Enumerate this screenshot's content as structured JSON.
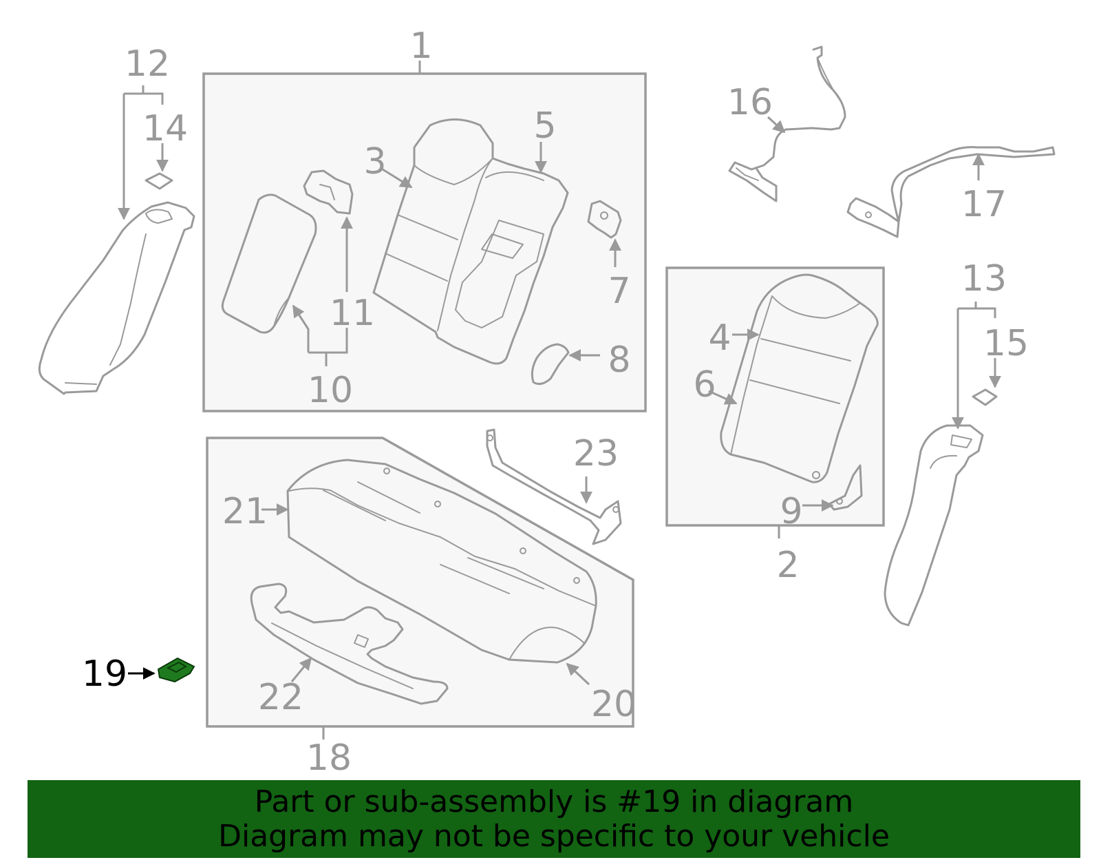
{
  "diagram": {
    "highlighted_part": "19",
    "highlight_color": "#1f7a1f",
    "callouts": [
      "1",
      "2",
      "3",
      "4",
      "5",
      "6",
      "7",
      "8",
      "9",
      "10",
      "11",
      "12",
      "13",
      "14",
      "15",
      "16",
      "17",
      "18",
      "19",
      "20",
      "21",
      "22",
      "23"
    ]
  },
  "banner": {
    "line1": "Part or sub-assembly is #19 in diagram",
    "line2": "Diagram may not be specific to your vehicle",
    "background": "#126312"
  }
}
